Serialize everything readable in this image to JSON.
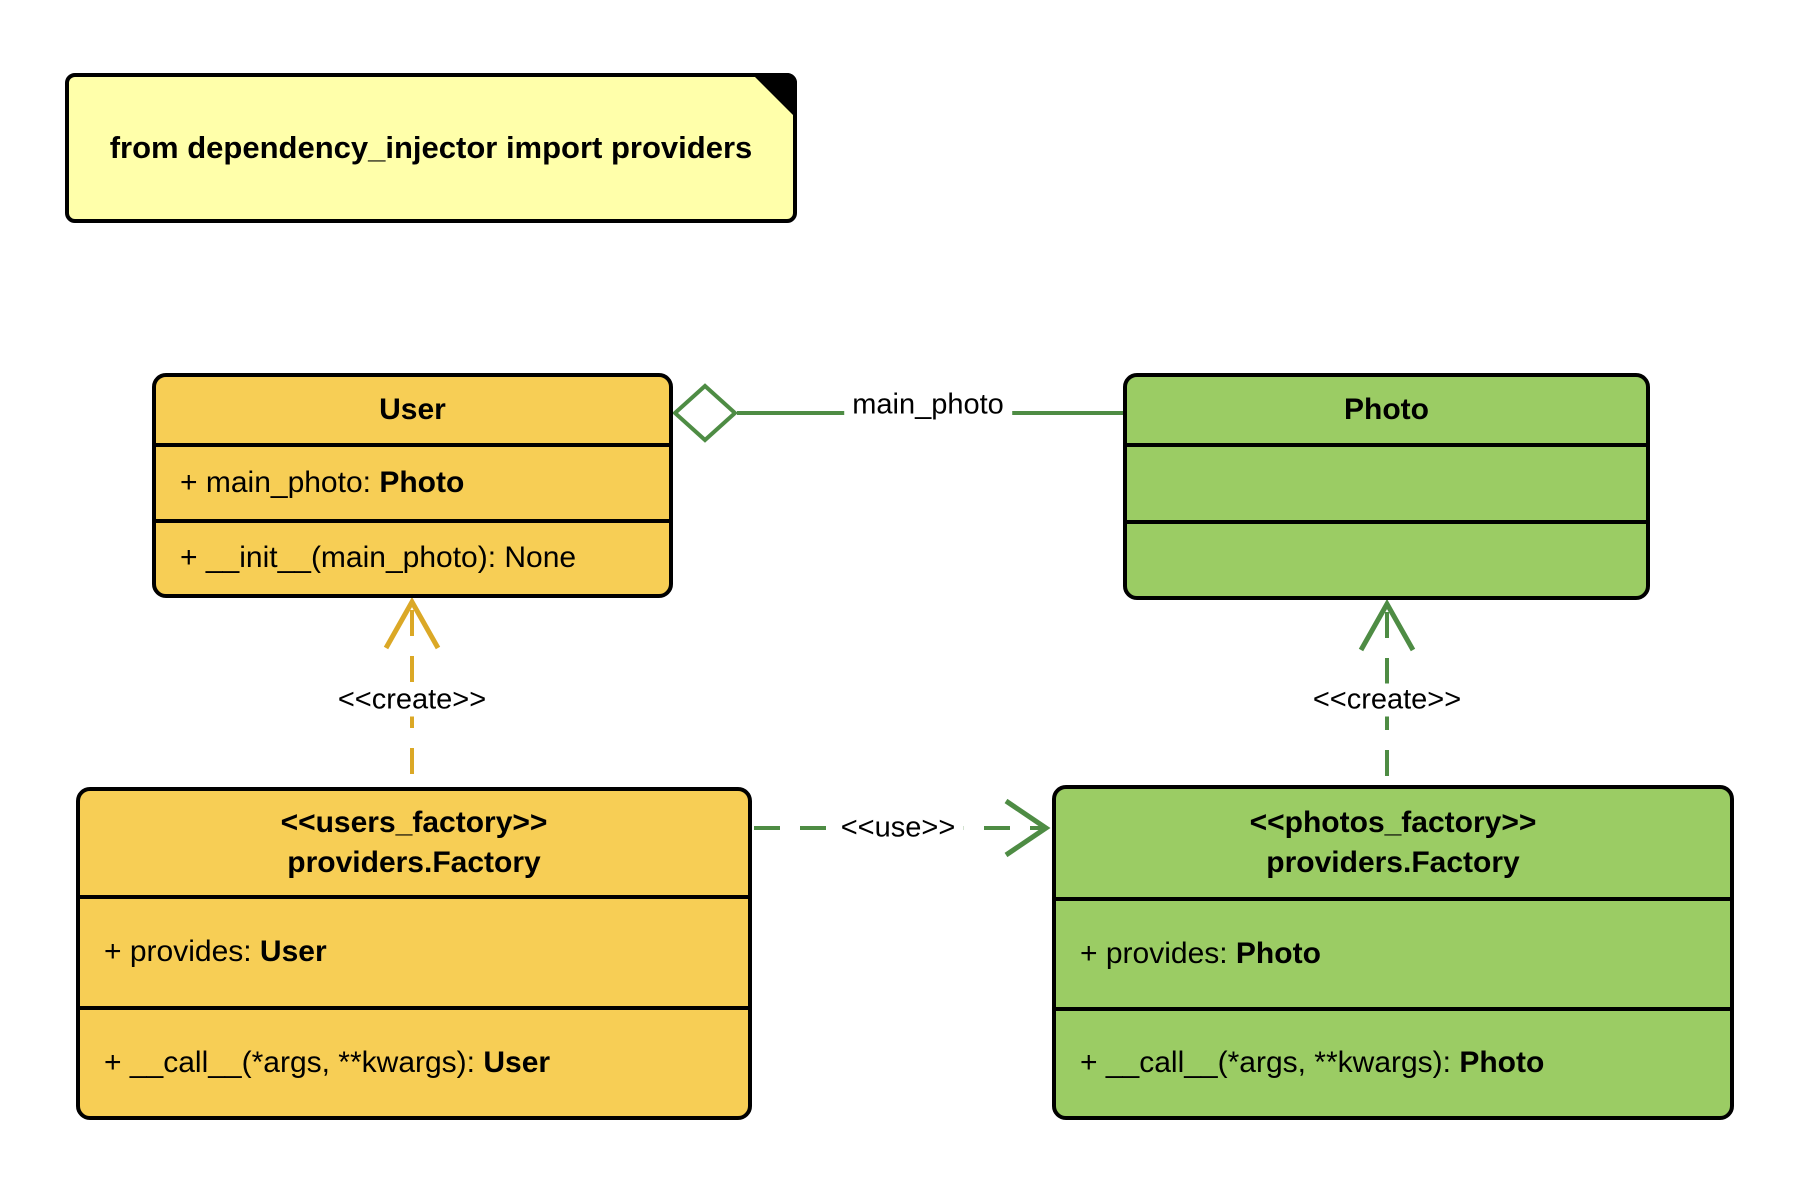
{
  "colors": {
    "canvas_bg": "#FFFFFF",
    "note_fill": "#FFFFAA",
    "user_fill": "#F7CE55",
    "photo_fill": "#9BCC64",
    "stroke": "#000000",
    "green_edge": "#4E8C44",
    "gold_edge": "#DBA826",
    "text": "#000000"
  },
  "note": {
    "text": "from dependency_injector import providers"
  },
  "classes": {
    "user": {
      "title": "User",
      "attributes": [
        {
          "text": "+ main_photo: ",
          "bold": "Photo"
        }
      ],
      "methods": [
        {
          "text": "+ __init__(main_photo): None",
          "bold": ""
        }
      ]
    },
    "photo": {
      "title": "Photo",
      "attributes": [],
      "methods": []
    },
    "users_factory": {
      "stereotype": "<<users_factory>>",
      "title": "providers.Factory",
      "attributes": [
        {
          "text": "+ provides: ",
          "bold": "User"
        }
      ],
      "methods": [
        {
          "text": "+ __call__(*args, **kwargs): ",
          "bold": "User"
        }
      ]
    },
    "photos_factory": {
      "stereotype": "<<photos_factory>>",
      "title": "providers.Factory",
      "attributes": [
        {
          "text": "+ provides: ",
          "bold": "Photo"
        }
      ],
      "methods": [
        {
          "text": "+ __call__(*args, **kwargs): ",
          "bold": "Photo"
        }
      ]
    }
  },
  "edges": {
    "aggregation": {
      "label": "main_photo"
    },
    "create_user": {
      "label": "<<create>>"
    },
    "create_photo": {
      "label": "<<create>>"
    },
    "use": {
      "label": "<<use>>"
    }
  }
}
